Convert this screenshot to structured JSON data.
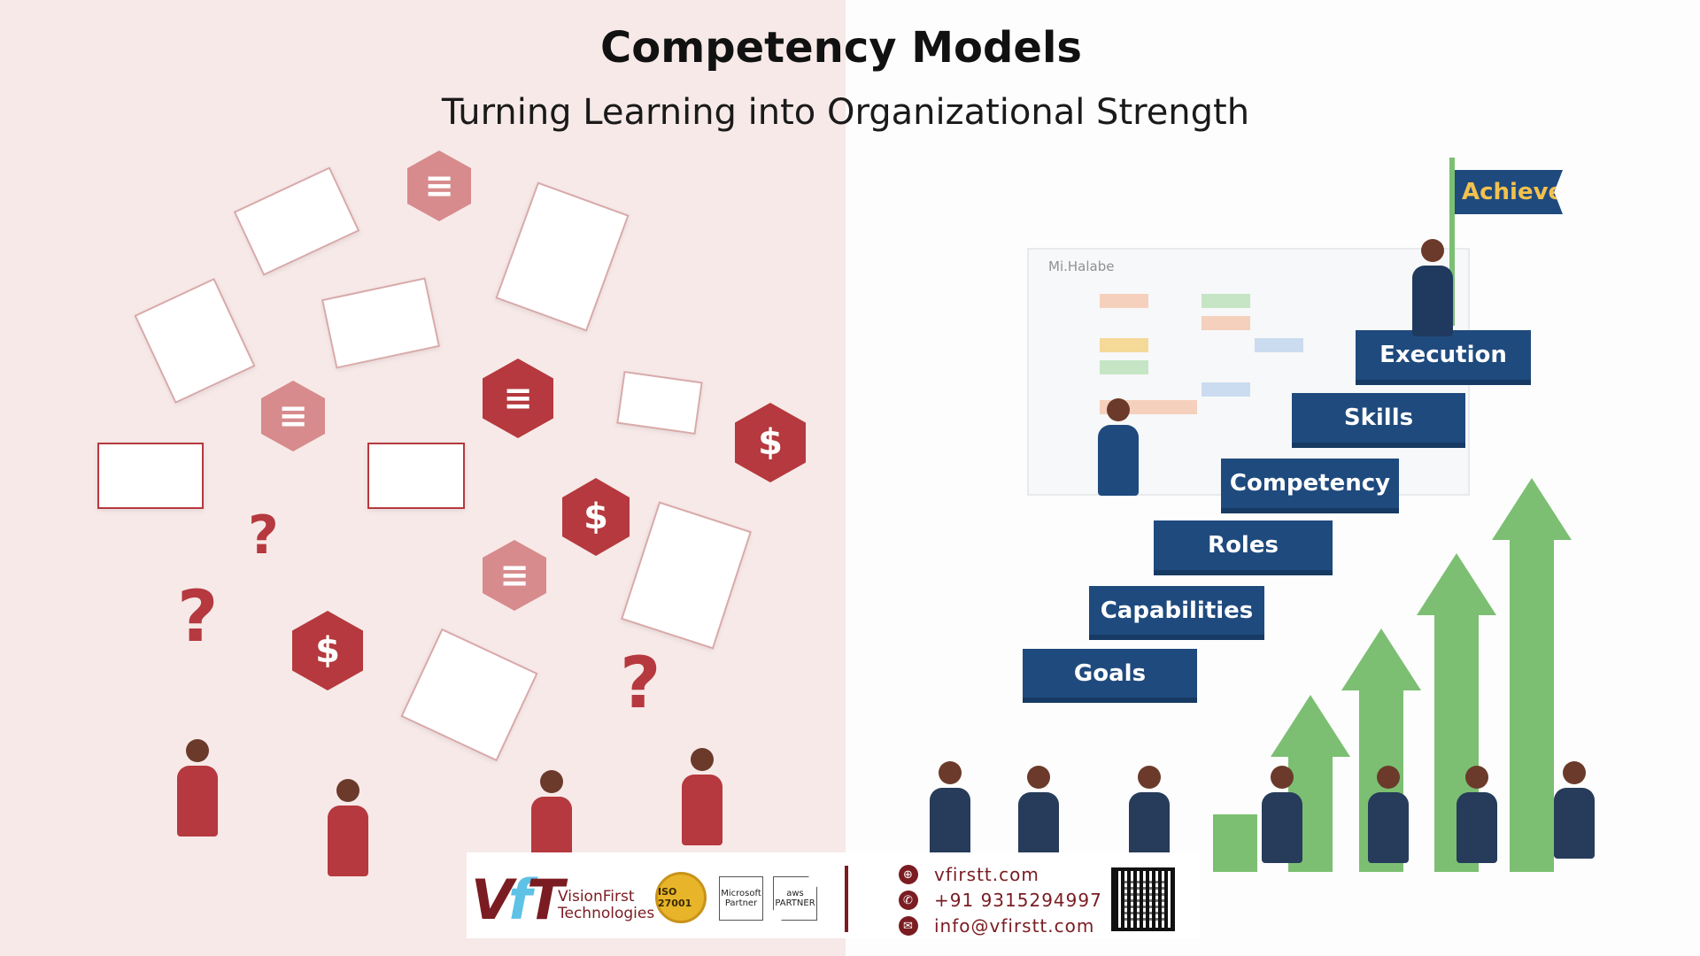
{
  "header": {
    "title": "Competency Models",
    "subtitle": "Turning Learning into Organizational Strength"
  },
  "illustration": {
    "steps": [
      "Goals",
      "Capabilities",
      "Roles",
      "Competency",
      "Skills",
      "Execution"
    ],
    "flag": "Achieve",
    "chart_title": "Mi.Halabe"
  },
  "footer": {
    "logo_text": "VFT",
    "brand_line1": "VisionFirst",
    "brand_line2": "Technologies",
    "iso_badge": "ISO 27001",
    "microsoft_badge": "Microsoft Partner",
    "aws_badge": "aws PARTNER",
    "website": "vfirstt.com",
    "phone": "+91 9315294997",
    "email": "info@vfirstt.com",
    "icons": [
      "globe-icon",
      "phone-icon",
      "mail-icon"
    ],
    "colors": {
      "brand": "#7a1c22",
      "accent": "#5ec2e6",
      "steps": "#1f4a7d",
      "arrows": "#7cbf73"
    }
  }
}
